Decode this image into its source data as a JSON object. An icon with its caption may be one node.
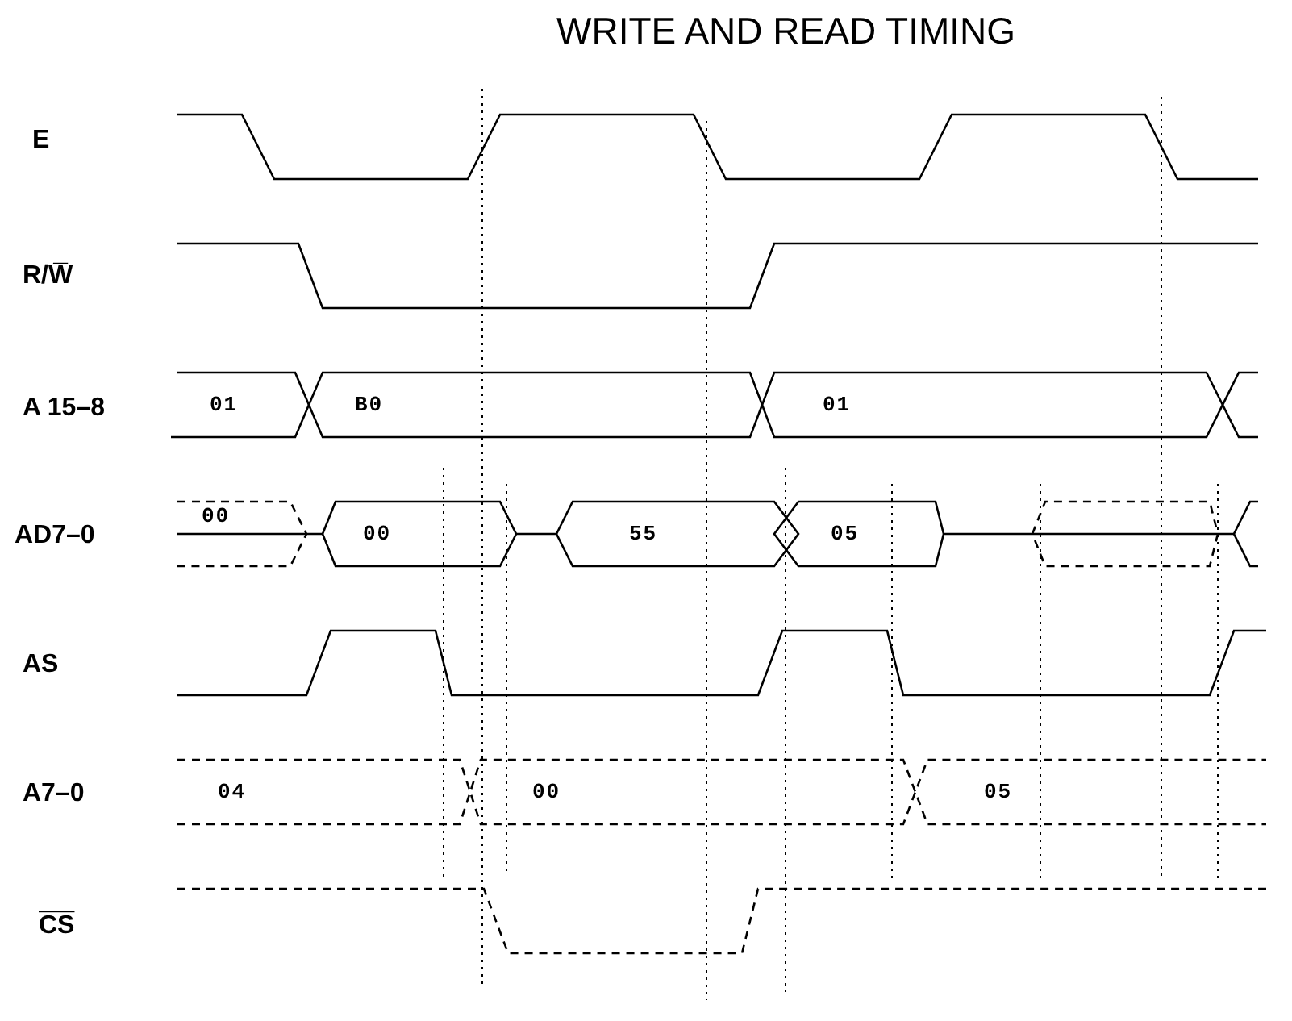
{
  "diagram": {
    "title": "WRITE AND READ TIMING",
    "labels": [
      "E",
      "R/W̅",
      "A 15–8",
      "01",
      "B0",
      "01",
      "AD7–0",
      "00",
      "00",
      "55",
      "05",
      "AS",
      "A7–0",
      "04",
      "00",
      "05",
      "CS"
    ]
  }
}
